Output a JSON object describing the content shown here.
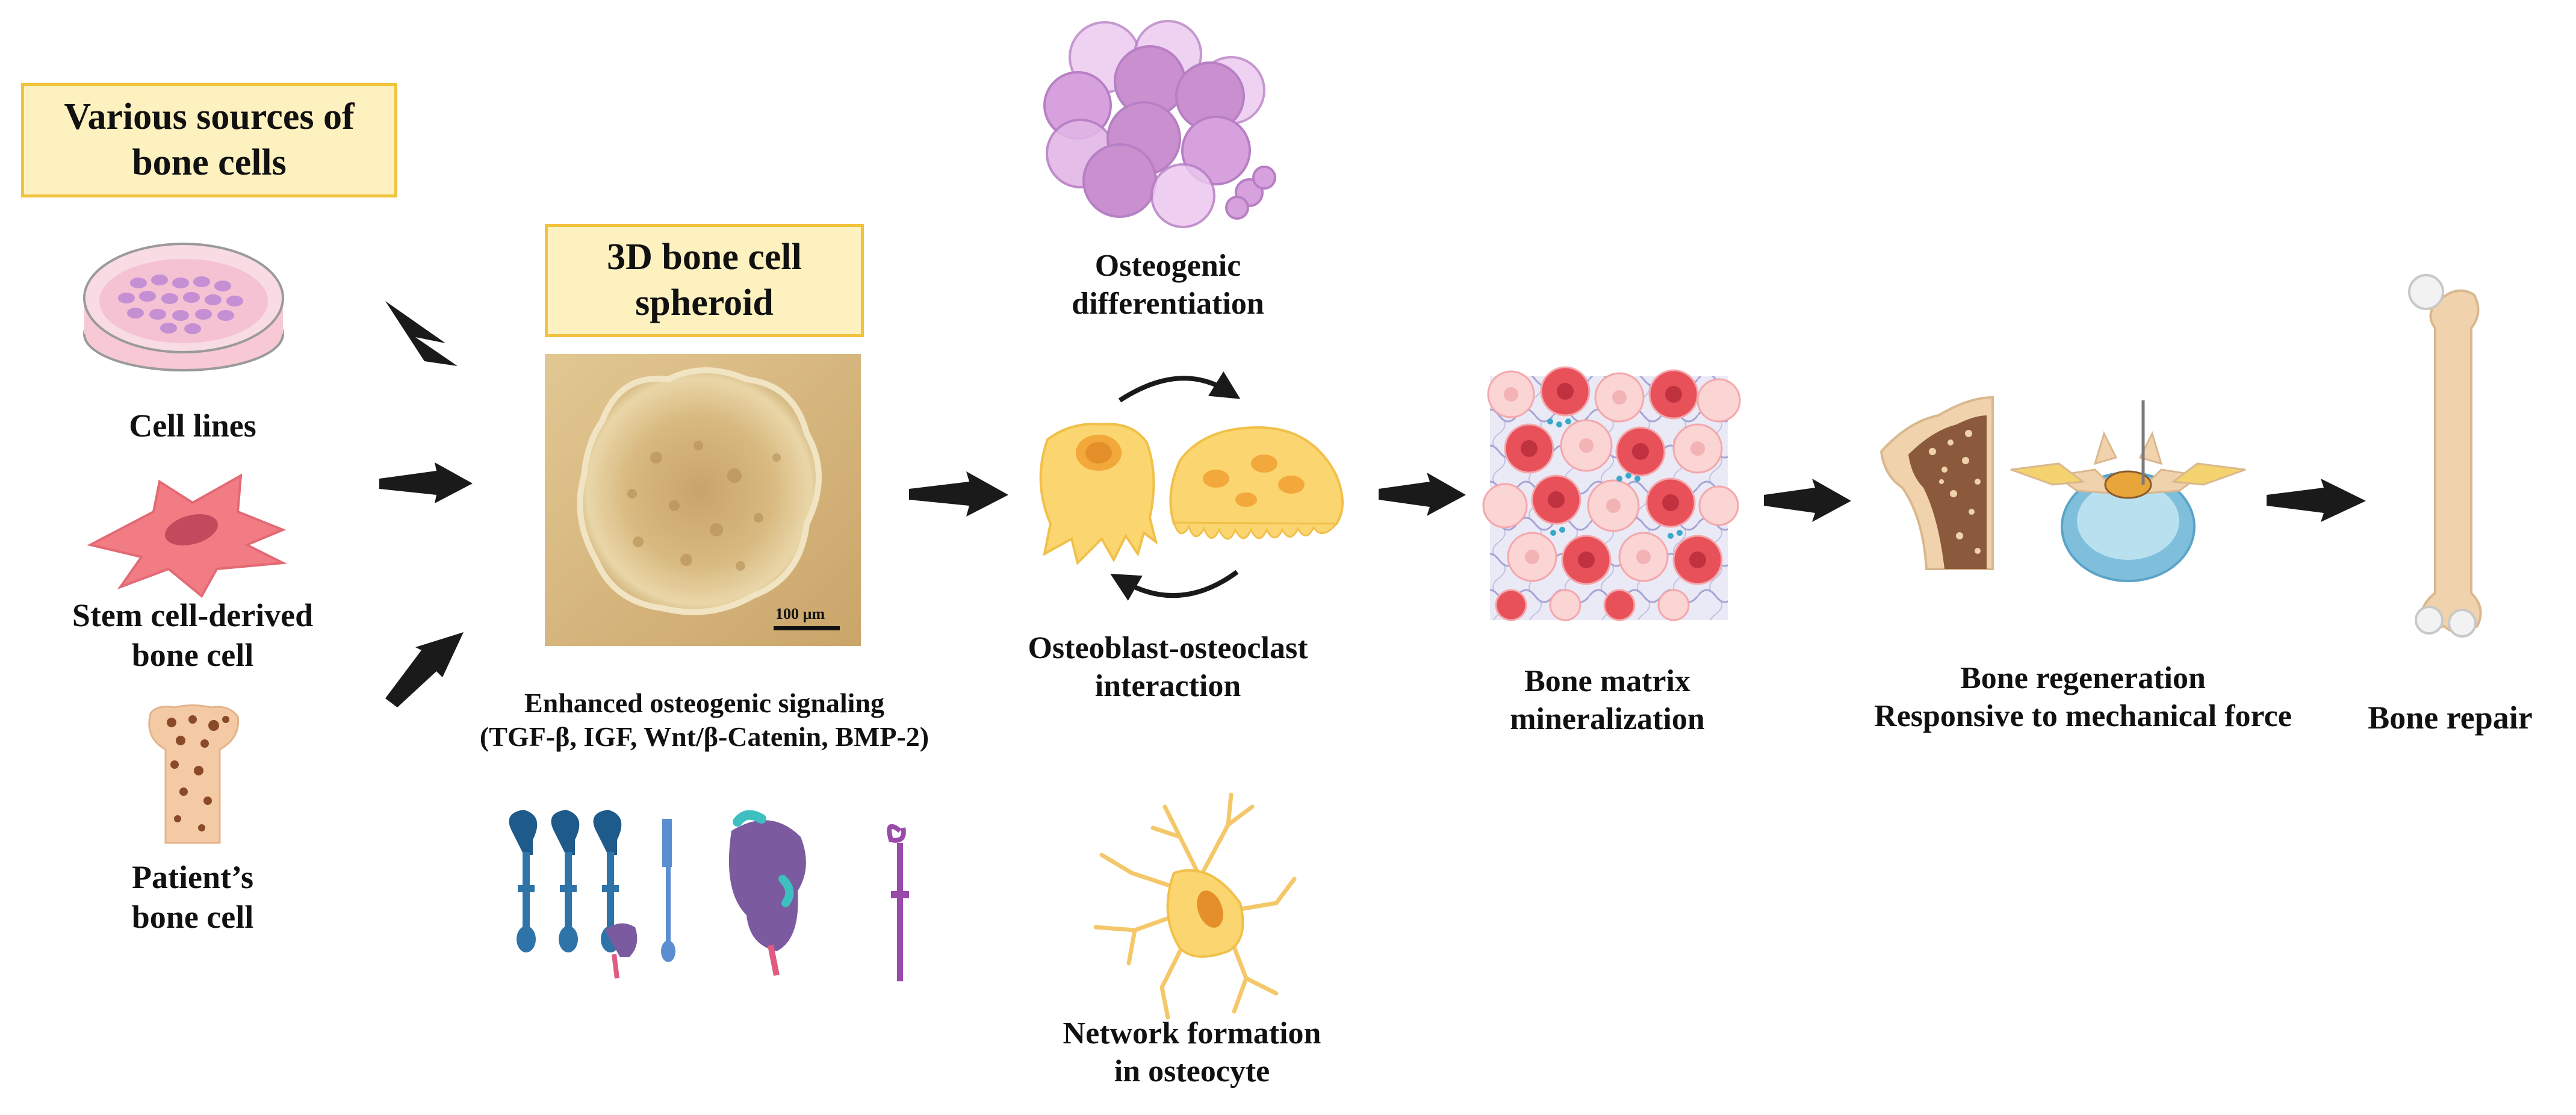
{
  "sources": {
    "title_line1": "Various sources of",
    "title_line2": "bone cells",
    "cell_lines": "Cell lines",
    "stem_line1": "Stem cell-derived",
    "stem_line2": "bone cell",
    "patient_line1": "Patient’s",
    "patient_line2": "bone cell"
  },
  "spheroid": {
    "title_line1": "3D bone cell",
    "title_line2": "spheroid",
    "scale_bar": "100 µm",
    "signaling_line1": "Enhanced osteogenic signaling",
    "signaling_line2": "(TGF-β, IGF, Wnt/β-Catenin, BMP-2)"
  },
  "processes": {
    "osteogenic_line1": "Osteogenic",
    "osteogenic_line2": "differentiation",
    "interaction_line1": "Osteoblast-osteoclast",
    "interaction_line2": "interaction",
    "network_line1": "Network formation",
    "network_line2": "in osteocyte"
  },
  "outcomes": {
    "mineral_line1": "Bone matrix",
    "mineral_line2": "mineralization",
    "regen_line1": "Bone regeneration",
    "regen_line2": "Responsive to mechanical force",
    "repair": "Bone repair"
  },
  "colors": {
    "box_fill": "#fdf1c0",
    "box_border": "#f2c33c",
    "arrow": "#1a1a1a",
    "bone": "#f0d3ac",
    "cell_purple": "#c98fce",
    "osteoblast": "#fbd56f",
    "red_cell": "#e8505a"
  }
}
